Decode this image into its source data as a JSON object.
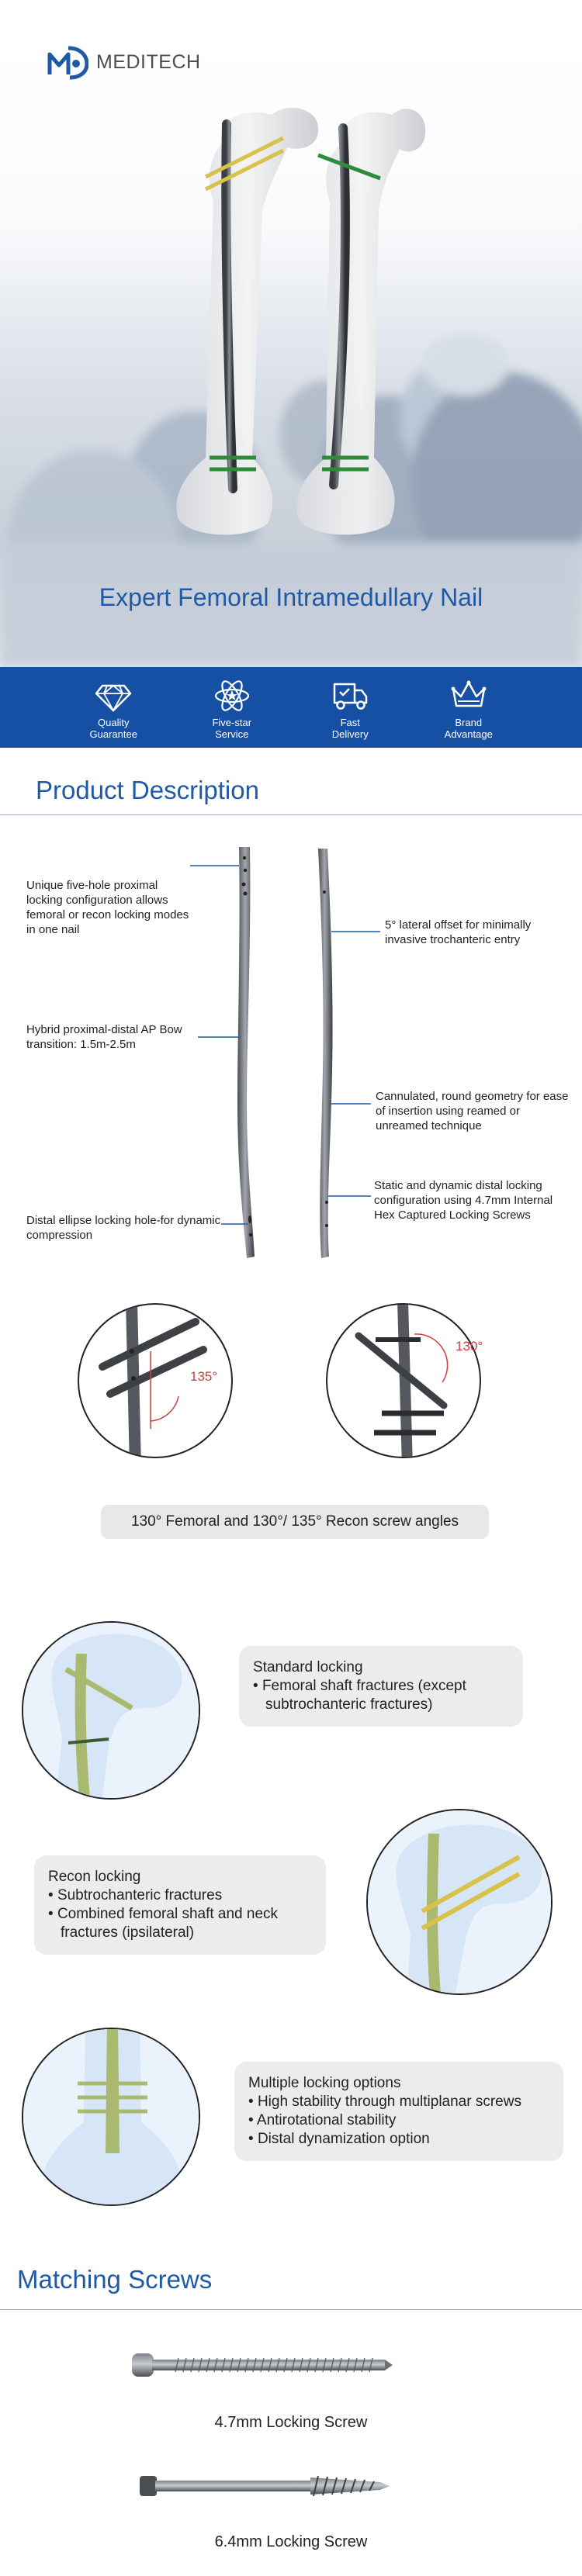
{
  "brand": {
    "name": "MEDITECH"
  },
  "hero": {
    "title": "Expert Femoral Intramedullary Nail"
  },
  "features": [
    {
      "icon": "diamond-icon",
      "label1": "Quality",
      "label2": "Guarantee"
    },
    {
      "icon": "atom-star-icon",
      "label1": "Five-star",
      "label2": "Service"
    },
    {
      "icon": "delivery-truck-icon",
      "label1": "Fast",
      "label2": "Delivery"
    },
    {
      "icon": "crown-icon",
      "label1": "Brand",
      "label2": "Advantage"
    }
  ],
  "description": {
    "title": "Product Description",
    "annotations": {
      "a1": "Unique five-hole proximal locking configuration allows femoral or recon locking modes in one nail",
      "a2": "Hybrid proximal-distal AP Bow transition: 1.5m-2.5m",
      "a3": "Distal ellipse locking hole-for dynamic compression",
      "a4": "5° lateral offset for minimally invasive trochanteric entry",
      "a5": "Cannulated, round geometry for ease of insertion using reamed or unreamed technique",
      "a6": "Static and dynamic distal locking configuration using 4.7mm Internal Hex Captured Locking Screws"
    },
    "angle_left": "135°",
    "angle_right": "130°",
    "angles_caption": "130° Femoral and 130°/ 135° Recon screw angles"
  },
  "locking": {
    "standard": {
      "title": "Standard locking",
      "items": [
        "Femoral shaft fractures (except subtrochanteric fractures)"
      ]
    },
    "recon": {
      "title": "Recon locking",
      "items": [
        "Subtrochanteric fractures",
        "Combined femoral shaft and neck fractures (ipsilateral)"
      ]
    },
    "multiple": {
      "title": "Multiple locking options",
      "items": [
        "High stability through multiplanar screws",
        "Antirotational stability",
        "Distal dynamization option"
      ]
    }
  },
  "screws": {
    "title": "Matching Screws",
    "items": [
      {
        "label": "4.7mm Locking Screw"
      },
      {
        "label": "6.4mm Locking Screw"
      }
    ]
  },
  "colors": {
    "brand_blue": "#1550a5",
    "title_blue": "#1f5aa6",
    "screw_yellow": "#d8c24a",
    "screw_green": "#2e8b3c"
  }
}
